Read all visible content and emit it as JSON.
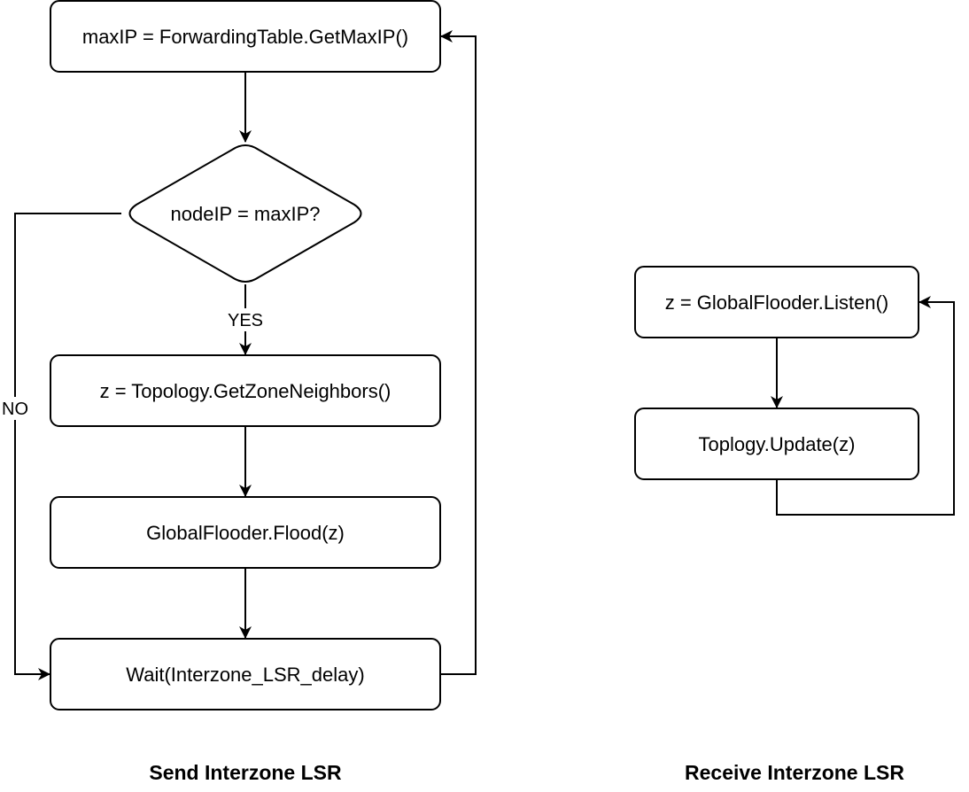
{
  "send_flow": {
    "caption": "Send Interzone LSR",
    "nodes": {
      "get_max_ip": "maxIP = ForwardingTable.GetMaxIP()",
      "decision": "nodeIP = maxIP?",
      "get_neighbors": "z = Topology.GetZoneNeighbors()",
      "flood": "GlobalFlooder.Flood(z)",
      "wait": "Wait(Interzone_LSR_delay)"
    },
    "edge_labels": {
      "yes": "YES",
      "no": "NO"
    }
  },
  "receive_flow": {
    "caption": "Receive Interzone LSR",
    "nodes": {
      "listen": "z = GlobalFlooder.Listen()",
      "update": "Toplogy.Update(z)"
    }
  }
}
